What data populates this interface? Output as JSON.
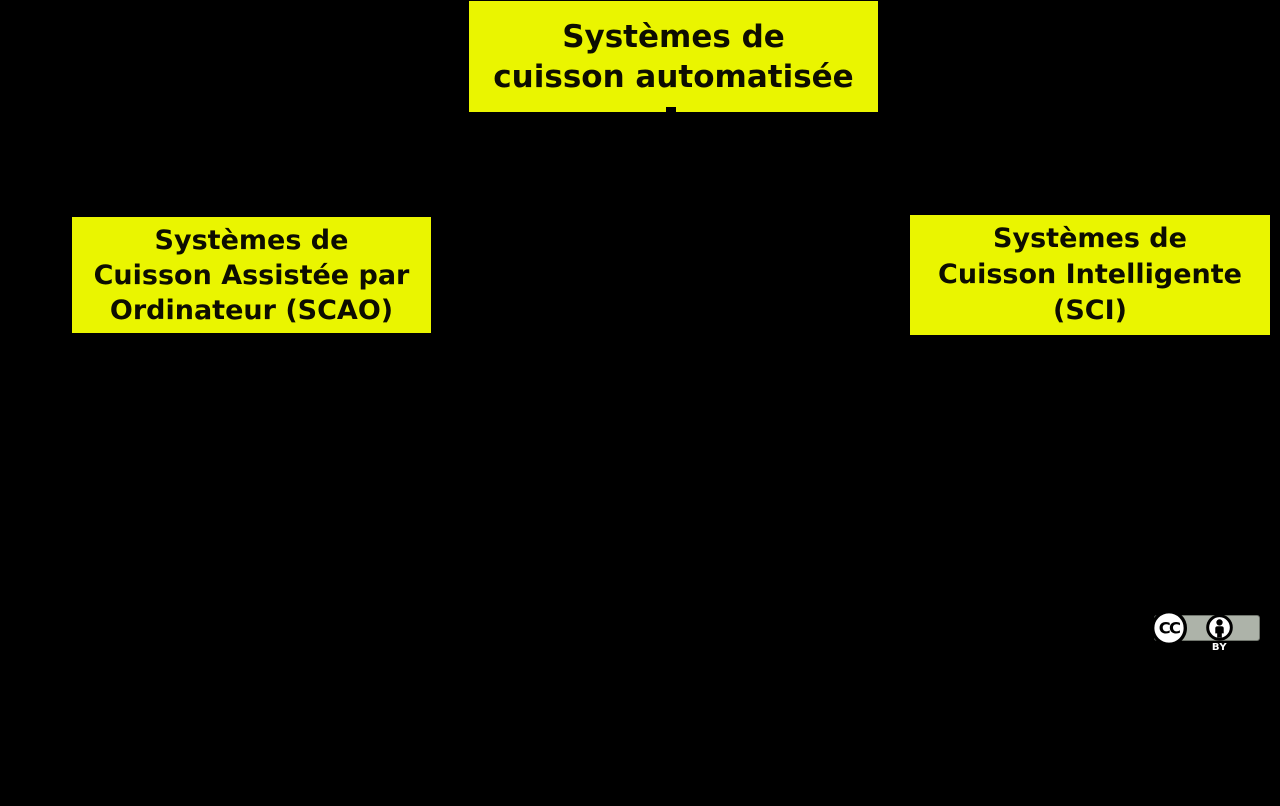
{
  "diagram": {
    "root_box": {
      "lines": [
        "Systèmes de",
        "cuisson automatisée"
      ]
    },
    "left_box": {
      "lines": [
        "Systèmes de",
        "Cuisson Assistée par",
        "Ordinateur (SCAO)"
      ]
    },
    "right_box": {
      "lines": [
        "Systèmes de",
        "Cuisson Intelligente",
        "(SCI)"
      ]
    },
    "colors": {
      "background": "#000000",
      "box_fill": "#EAF500",
      "box_border": "#000000",
      "box_text": "#0d0d00"
    }
  },
  "license_badge": {
    "cc_label": "CC",
    "by_label": "BY",
    "colors": {
      "plate": "#ADB3A9",
      "icon_fill": "#ffffff",
      "icon_stroke": "#000000"
    }
  }
}
